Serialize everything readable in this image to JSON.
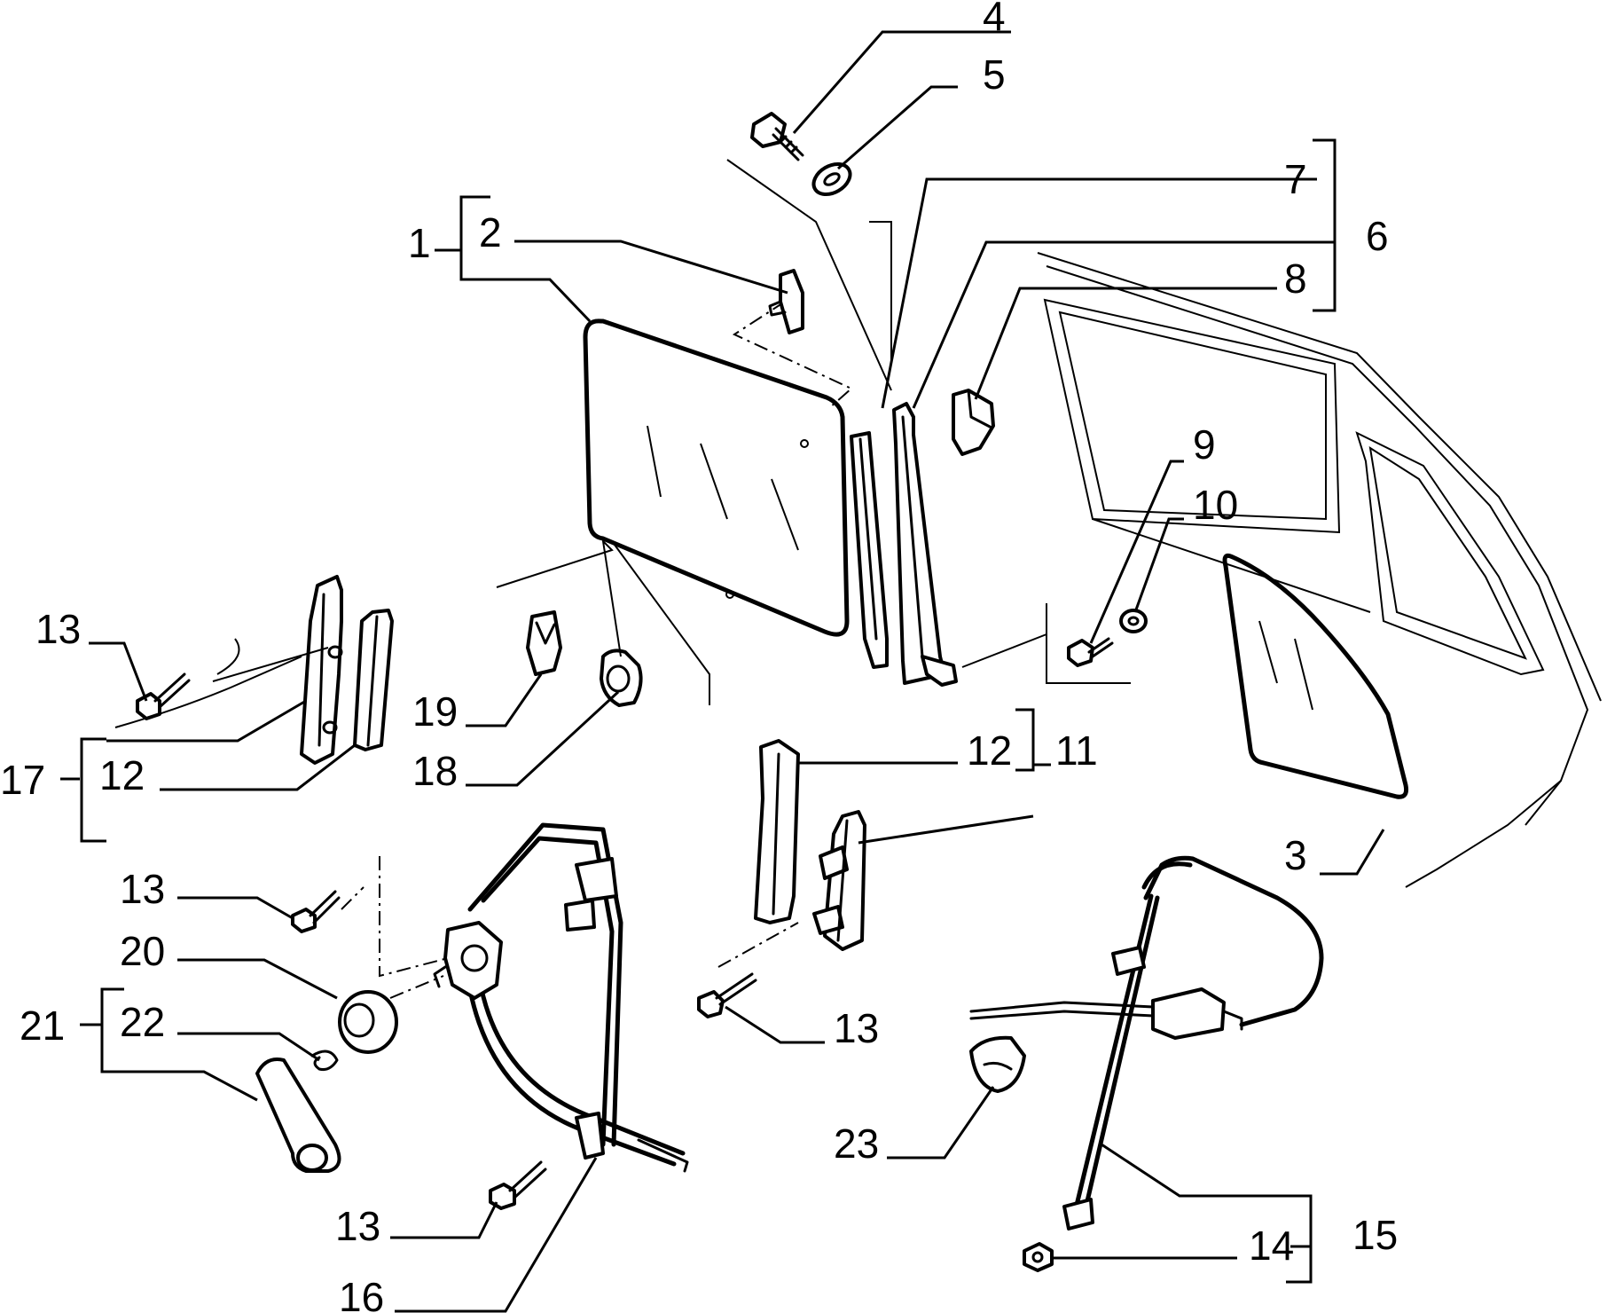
{
  "callouts": [
    {
      "id": "c1",
      "text": "1"
    },
    {
      "id": "c2",
      "text": "2"
    },
    {
      "id": "c3",
      "text": "3"
    },
    {
      "id": "c4",
      "text": "4"
    },
    {
      "id": "c5",
      "text": "5"
    },
    {
      "id": "c6",
      "text": "6"
    },
    {
      "id": "c7",
      "text": "7"
    },
    {
      "id": "c8",
      "text": "8"
    },
    {
      "id": "c9",
      "text": "9"
    },
    {
      "id": "c10",
      "text": "10"
    },
    {
      "id": "c11",
      "text": "11"
    },
    {
      "id": "c12a",
      "text": "12"
    },
    {
      "id": "c12b",
      "text": "12"
    },
    {
      "id": "c13a",
      "text": "13"
    },
    {
      "id": "c13b",
      "text": "13"
    },
    {
      "id": "c13c",
      "text": "13"
    },
    {
      "id": "c13d",
      "text": "13"
    },
    {
      "id": "c14",
      "text": "14"
    },
    {
      "id": "c15",
      "text": "15"
    },
    {
      "id": "c16",
      "text": "16"
    },
    {
      "id": "c17",
      "text": "17"
    },
    {
      "id": "c18",
      "text": "18"
    },
    {
      "id": "c19",
      "text": "19"
    },
    {
      "id": "c20",
      "text": "20"
    },
    {
      "id": "c21",
      "text": "21"
    },
    {
      "id": "c22",
      "text": "22"
    },
    {
      "id": "c23",
      "text": "23"
    }
  ]
}
